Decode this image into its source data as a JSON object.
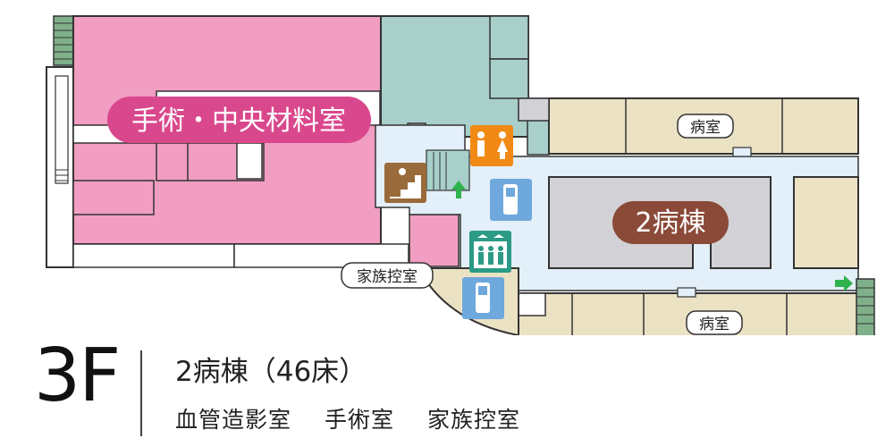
{
  "map": {
    "labels": {
      "surgery": "手術・中央材料室",
      "ward": "2病棟",
      "patient_room_top": "病室",
      "patient_room_bottom": "病室",
      "family_room": "家族控室"
    },
    "icons": [
      "stairs-icon",
      "restroom-icon",
      "phone-icon",
      "elevator-icon",
      "exit-arrow-icon"
    ],
    "colors": {
      "surgery": "#f19ec2",
      "surgery_label_bg": "#d9488c",
      "ward_label_bg": "#8a4a37",
      "service": "#a8cfc9",
      "corridor": "#e3eff9",
      "rooms": "#ebe2c4",
      "core": "#d2d2d6",
      "stairs": "#6b8e4e",
      "restroom": "#f18a14",
      "phone": "#6fa8dc",
      "elevator": "#2b9a86",
      "arrow": "#2fb24c"
    }
  },
  "legend": {
    "floor": "3F",
    "ward": "2病棟（46床）",
    "rooms": [
      "血管造影室",
      "手術室",
      "家族控室"
    ]
  }
}
